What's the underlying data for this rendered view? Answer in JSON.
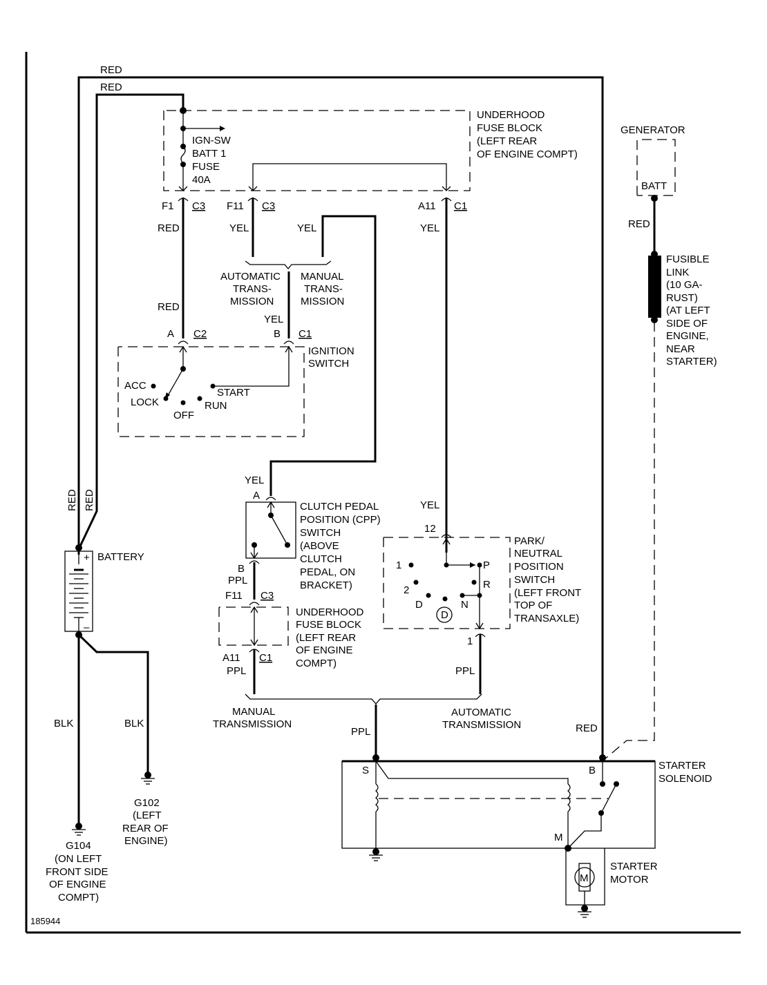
{
  "diagram_id": "185944",
  "wire_colors": {
    "red": "RED",
    "yellow": "YEL",
    "purple": "PPL",
    "black": "BLK"
  },
  "top_wires": {
    "outer": "RED",
    "inner": "RED"
  },
  "fuse_block_top": {
    "title": [
      "UNDERHOOD",
      "FUSE BLOCK",
      "(LEFT REAR",
      "OF ENGINE COMPT)"
    ],
    "fuse": [
      "IGN-SW",
      "BATT 1",
      "FUSE",
      "40A"
    ],
    "pins": [
      {
        "pin": "F1",
        "connector": "C3",
        "wire": "RED"
      },
      {
        "pin": "F11",
        "connector": "C3",
        "wire": "YEL"
      },
      {
        "pin": "A11",
        "connector": "C1",
        "wire": "YEL"
      }
    ]
  },
  "generator": {
    "title": "GENERATOR",
    "terminal": "BATT",
    "wire": "RED",
    "fusible_link": [
      "FUSIBLE",
      "LINK",
      "(10 GA-",
      "RUST)",
      "(AT LEFT",
      "SIDE OF",
      "ENGINE,",
      "NEAR",
      "STARTER)"
    ]
  },
  "transmission_split_top": {
    "automatic": [
      "AUTOMATIC",
      "TRANS-",
      "MISSION"
    ],
    "manual": [
      "MANUAL",
      "TRANS-",
      "MISSION"
    ],
    "manual_wire": "YEL",
    "common_wire": "YEL"
  },
  "ignition_switch": {
    "title": [
      "IGNITION",
      "SWITCH"
    ],
    "pin_a": {
      "pin": "A",
      "connector": "C2",
      "wire": "RED"
    },
    "pin_b": {
      "pin": "B",
      "connector": "C1"
    },
    "positions": [
      "ACC",
      "LOCK",
      "OFF",
      "RUN",
      "START"
    ]
  },
  "cpp_switch": {
    "title": [
      "CLUTCH PEDAL",
      "POSITION (CPP)",
      "SWITCH",
      "(ABOVE",
      "CLUTCH",
      "PEDAL, ON",
      "BRACKET)"
    ],
    "pin_a": "A",
    "pin_a_wire": "YEL",
    "pin_b": "B",
    "pin_b_wire": "PPL"
  },
  "fuse_block_bottom": {
    "title": [
      "UNDERHOOD",
      "FUSE BLOCK",
      "(LEFT REAR",
      "OF ENGINE",
      "COMPT)"
    ],
    "pin_in": {
      "pin": "F11",
      "connector": "C3"
    },
    "pin_out": {
      "pin": "A11",
      "connector": "C1",
      "wire": "PPL"
    }
  },
  "pn_switch": {
    "title": [
      "PARK/",
      "NEUTRAL",
      "POSITION",
      "SWITCH",
      "(LEFT FRONT",
      "TOP OF",
      "TRANSAXLE)"
    ],
    "pin_in": "12",
    "pin_in_wire": "YEL",
    "pin_out": "1",
    "pin_out_wire": "PPL",
    "positions": [
      "1",
      "2",
      "D",
      "D",
      "N",
      "R",
      "P"
    ]
  },
  "transmission_split_bottom": {
    "manual": [
      "MANUAL",
      "TRANSMISSION"
    ],
    "automatic": [
      "AUTOMATIC",
      "TRANSMISSION"
    ],
    "common_wire": "PPL"
  },
  "battery": {
    "title": "BATTERY",
    "plus": "+",
    "minus": "–",
    "wires": [
      "RED",
      "RED"
    ]
  },
  "grounds": [
    {
      "id": "G104",
      "location": [
        "(ON LEFT",
        "FRONT SIDE",
        "OF ENGINE",
        "COMPT)"
      ],
      "wire": "BLK"
    },
    {
      "id": "G102",
      "location": [
        "(LEFT",
        "REAR OF",
        "ENGINE)"
      ],
      "wire": "BLK"
    }
  ],
  "starter_solenoid": {
    "title": [
      "STARTER",
      "SOLENOID"
    ],
    "terminal_s": "S",
    "terminal_b": "B",
    "terminal_m": "M",
    "b_wire": "RED"
  },
  "starter_motor": {
    "title": [
      "STARTER",
      "MOTOR"
    ],
    "symbol": "M"
  }
}
